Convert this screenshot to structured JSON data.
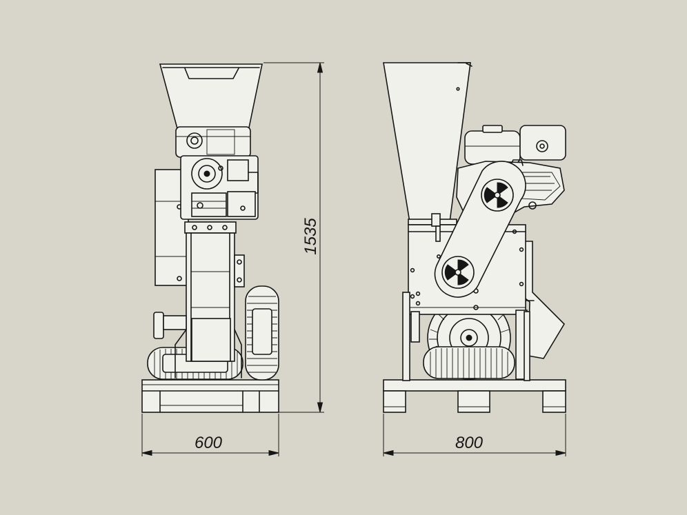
{
  "drawing": {
    "background_color": "#d8d6ca",
    "line_color": "#161616",
    "views": [
      {
        "name": "front-view"
      },
      {
        "name": "side-view"
      }
    ]
  },
  "dimensions": {
    "height": "1535",
    "front_width": "600",
    "side_width": "800"
  }
}
